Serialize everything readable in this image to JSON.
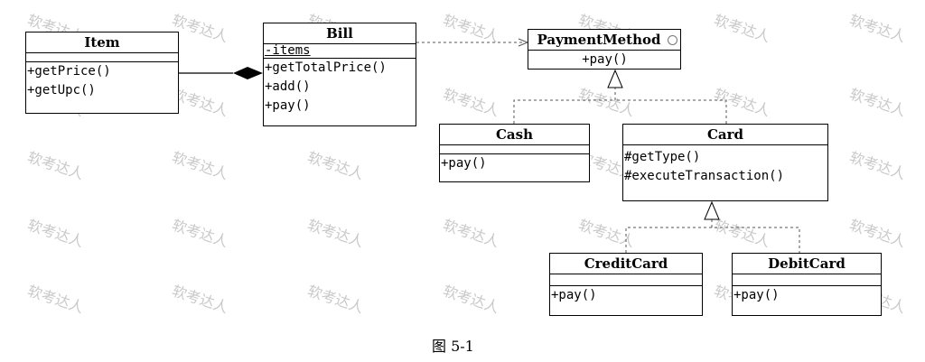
{
  "watermark": "软考达人",
  "caption": "图 5-1",
  "classes": {
    "item": {
      "name": "Item",
      "attributes": [],
      "operations": [
        "+getPrice()",
        "+getUpc()"
      ]
    },
    "bill": {
      "name": "Bill",
      "attributes": [
        "-items"
      ],
      "operations": [
        "+getTotalPrice()",
        "+add()",
        "+pay()"
      ]
    },
    "payment": {
      "name": "PaymentMethod",
      "attributes": [],
      "operations": [
        "+pay()"
      ]
    },
    "cash": {
      "name": "Cash",
      "attributes": [],
      "operations": [
        "+pay()"
      ]
    },
    "card": {
      "name": "Card",
      "attributes": [],
      "operations": [
        "#getType()",
        "#executeTransaction()"
      ]
    },
    "credit": {
      "name": "CreditCard",
      "attributes": [],
      "operations": [
        "+pay()"
      ]
    },
    "debit": {
      "name": "DebitCard",
      "attributes": [],
      "operations": [
        "+pay()"
      ]
    }
  }
}
